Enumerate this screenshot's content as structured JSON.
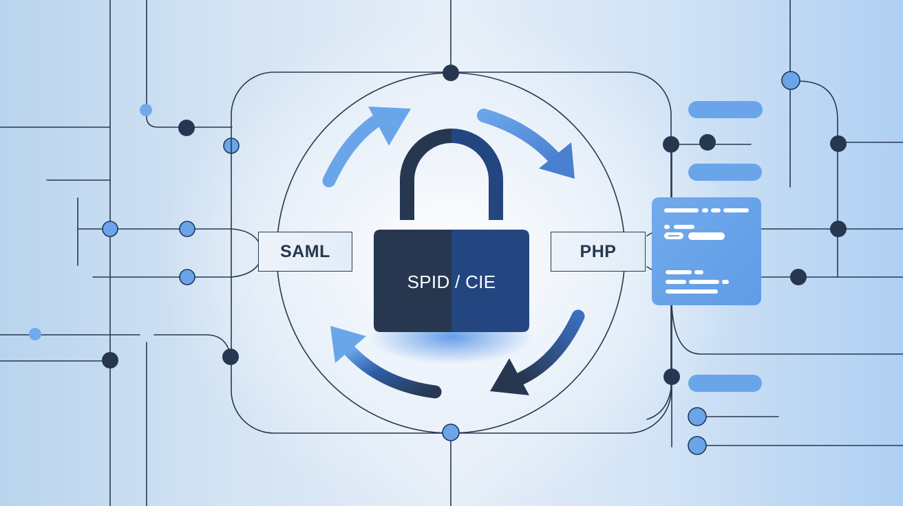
{
  "diagram": {
    "title": "SPID / CIE",
    "center_node": {
      "label": "SPID / CIE",
      "icon": "padlock-icon"
    },
    "left_node": {
      "label": "SAML"
    },
    "right_node": {
      "label": "PHP"
    },
    "side_card": {
      "icon": "code-document-icon"
    },
    "cycle_arrows": [
      "top-left",
      "top-right",
      "bottom-right",
      "bottom-left"
    ],
    "colors": {
      "navy": "#26374f",
      "navy_blue": "#244680",
      "accent_blue": "#6aa5ea",
      "background": "#dce8f5",
      "white": "#ffffff"
    }
  }
}
